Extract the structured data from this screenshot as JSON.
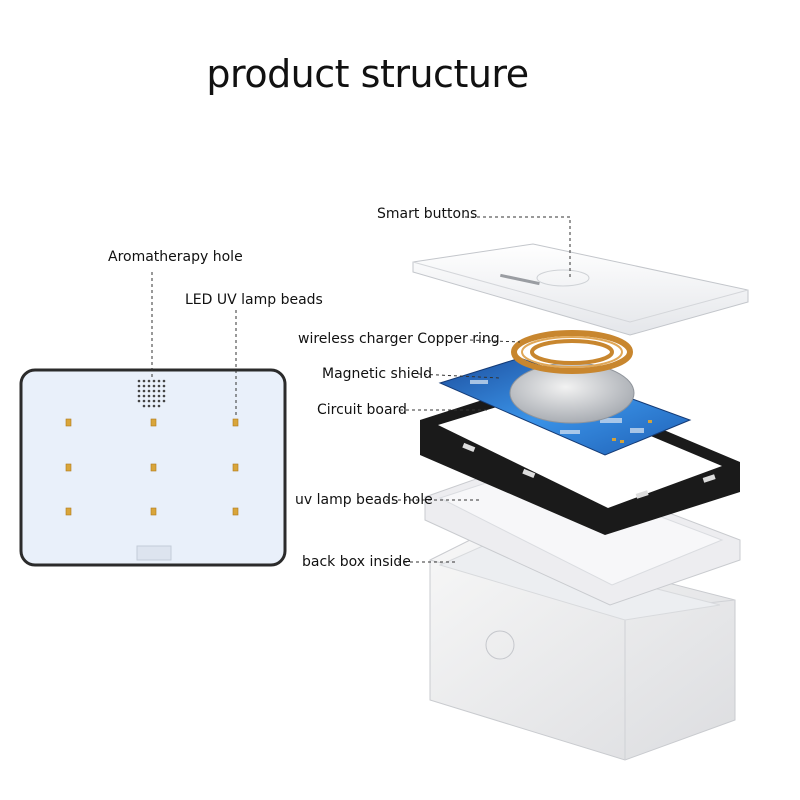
{
  "title": "product structure",
  "labels": {
    "aromatherapy_hole": "Aromatherapy hole",
    "uv_lamp_beads": "LED  UV lamp beads",
    "smart_buttons": "Smart buttons",
    "copper_ring": "wireless charger Copper ring",
    "magnetic_shield": "Magnetic shield",
    "circuit_board": "Circuit board",
    "lamp_beads_hole": "uv lamp beads hole",
    "back_box_inside": "back box inside"
  },
  "colors": {
    "panel_border": "#2b2b2b",
    "panel_fill": "#e9f0fa",
    "bead": "#d9a53a",
    "frame": "#1a1a1a",
    "circuit": "#2f7ed8",
    "copper": "#c8862e"
  }
}
